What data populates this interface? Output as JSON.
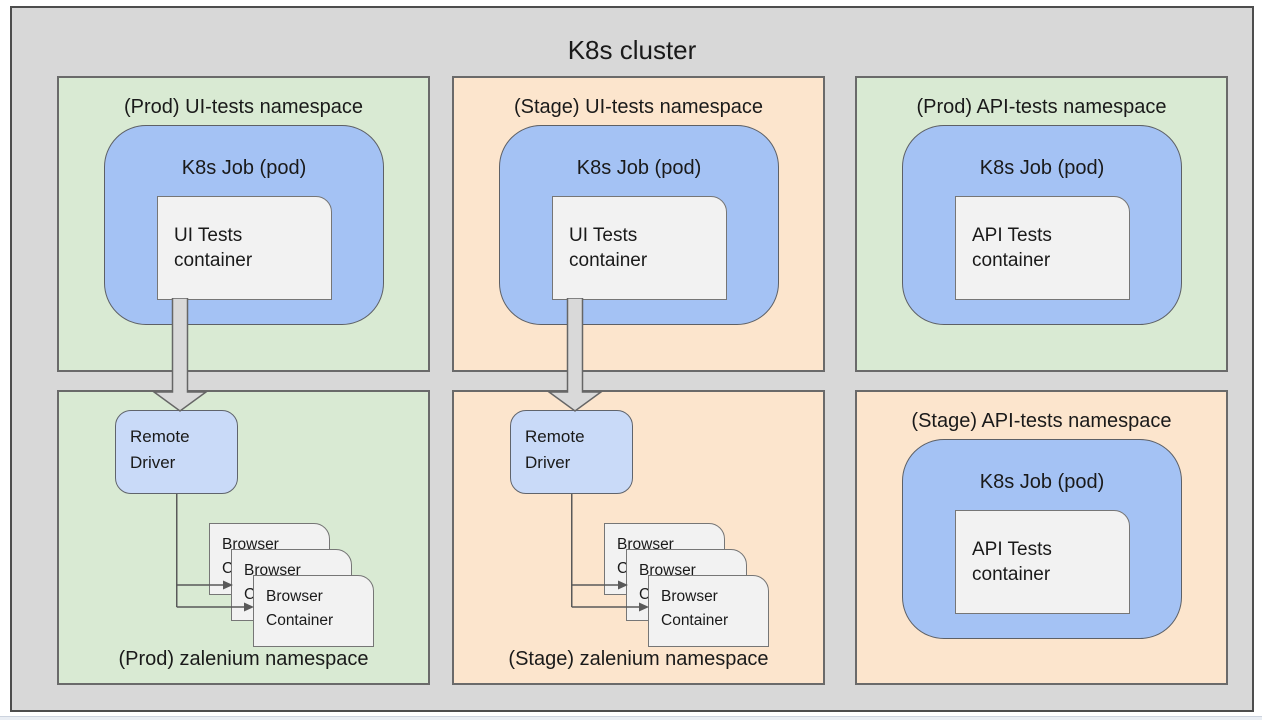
{
  "cluster": {
    "title": "K8s cluster"
  },
  "namespaces": [
    {
      "name": "prod-ui-tests",
      "env": "prod",
      "label": "(Prod) UI-tests namespace",
      "job": {
        "label": "K8s Job (pod)",
        "container": "UI Tests container"
      }
    },
    {
      "name": "stage-ui-tests",
      "env": "stage",
      "label": "(Stage) UI-tests namespace",
      "job": {
        "label": "K8s Job (pod)",
        "container": "UI Tests container"
      }
    },
    {
      "name": "prod-api-tests",
      "env": "prod",
      "label": "(Prod) API-tests namespace",
      "job": {
        "label": "K8s Job (pod)",
        "container": "API Tests container"
      }
    },
    {
      "name": "prod-zalenium",
      "env": "prod",
      "label": "(Prod) zalenium namespace",
      "remote_driver": "Remote Driver",
      "browser_containers": [
        "Browser Container",
        "Browser Container",
        "Browser Container"
      ]
    },
    {
      "name": "stage-zalenium",
      "env": "stage",
      "label": "(Stage) zalenium namespace",
      "remote_driver": "Remote Driver",
      "browser_containers": [
        "Browser Container",
        "Browser Container",
        "Browser Container"
      ]
    },
    {
      "name": "stage-api-tests",
      "env": "stage",
      "label": "(Stage) API-tests namespace",
      "job": {
        "label": "K8s Job (pod)",
        "container": "API Tests container"
      }
    }
  ],
  "colors": {
    "cluster_bg": "#d8d8d8",
    "prod_namespace_bg": "#d9ead3",
    "stage_namespace_bg": "#fce5cd",
    "pod_bg": "#a4c2f4",
    "remote_driver_bg": "#c9daf8",
    "container_bg": "#f2f2f2",
    "arrow_fill": "#d9d9d9",
    "border_gray": "#6a6a6a"
  }
}
